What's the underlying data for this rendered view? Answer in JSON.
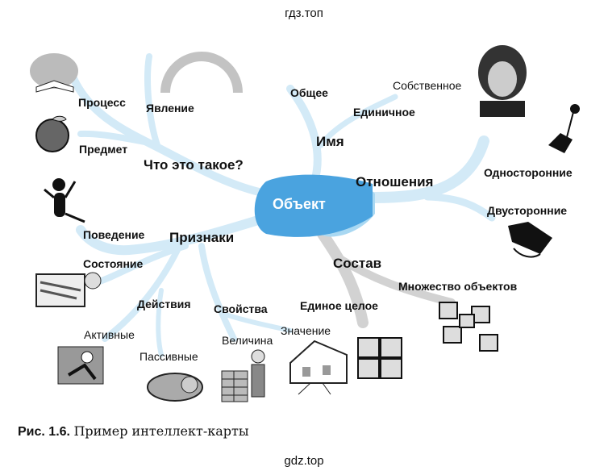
{
  "watermark_top": "гдз.топ",
  "watermark_bottom": "gdz.top",
  "center": "Объект",
  "branches": {
    "what": "Что это такое?",
    "name": "Имя",
    "relations": "Отношения",
    "composition": "Состав",
    "features": "Признаки"
  },
  "leaves": {
    "process": "Процесс",
    "phenomenon": "Явление",
    "thing": "Предмет",
    "general": "Общее",
    "proper": "Собственное",
    "single": "Единичное",
    "one_sided": "Односторонние",
    "two_sided": "Двусторонние",
    "many_objects": "Множество объектов",
    "whole": "Единое целое",
    "behavior": "Поведение",
    "state": "Состояние",
    "actions": "Действия",
    "properties": "Свойства",
    "active": "Активные",
    "passive": "Пассивные",
    "magnitude": "Величина",
    "value": "Значение"
  },
  "caption": {
    "number": "Рис. 1.6.",
    "text": "Пример интеллект-карты"
  },
  "colors": {
    "center": "#4aa3df",
    "center_light": "#a9d8f2",
    "branch": "#d3eaf7",
    "gray_branch": "#d2d2d2"
  }
}
